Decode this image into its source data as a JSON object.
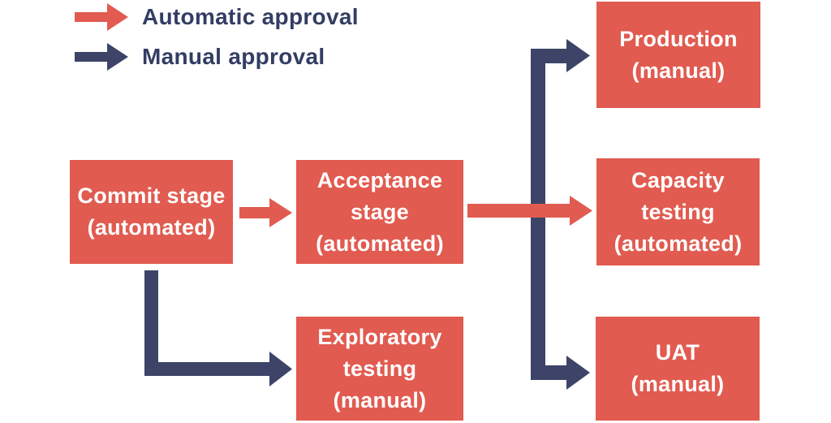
{
  "diagram_type": "deployment-pipeline-flowchart",
  "colors": {
    "automatic_red": "#E15B50",
    "manual_navy": "#3D4467",
    "box_background": "#E15B50",
    "box_text": "#FFFFFF",
    "legend_text": "#333D63",
    "page_background": "#FFFFFF"
  },
  "legend": {
    "items": [
      {
        "label": "Automatic approval",
        "type": "automatic",
        "icon": "right-arrow-red"
      },
      {
        "label": "Manual approval",
        "type": "manual",
        "icon": "right-arrow-navy"
      }
    ]
  },
  "nodes": [
    {
      "id": "commit",
      "label": "Commit stage\n(automated)"
    },
    {
      "id": "acceptance",
      "label": "Acceptance\nstage\n(automated)"
    },
    {
      "id": "exploratory",
      "label": "Exploratory\ntesting\n(manual)"
    },
    {
      "id": "production",
      "label": "Production\n(manual)"
    },
    {
      "id": "capacity",
      "label": "Capacity\ntesting\n(automated)"
    },
    {
      "id": "uat",
      "label": "UAT\n(manual)"
    }
  ],
  "edges": [
    {
      "from": "commit",
      "to": "acceptance",
      "type": "automatic"
    },
    {
      "from": "commit",
      "to": "exploratory",
      "type": "manual"
    },
    {
      "from": "acceptance",
      "to": "production",
      "type": "manual"
    },
    {
      "from": "acceptance",
      "to": "capacity",
      "type": "automatic"
    },
    {
      "from": "acceptance",
      "to": "uat",
      "type": "manual"
    }
  ]
}
